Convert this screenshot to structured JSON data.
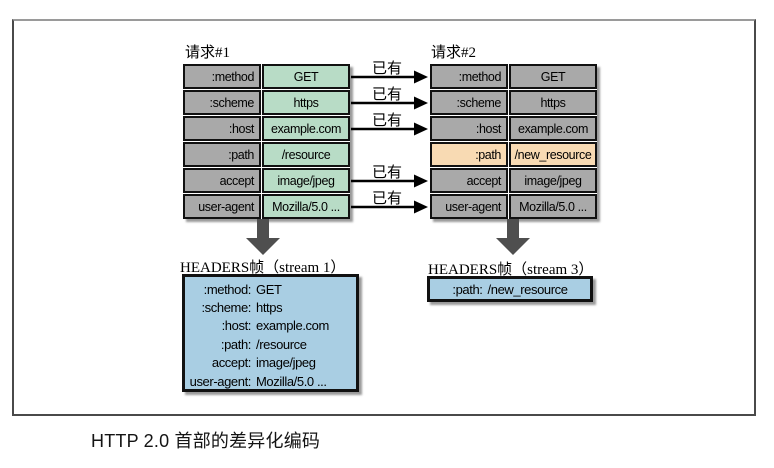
{
  "colors": {
    "gray_cell": "#a9a9a9",
    "green_cell": "#b8dcc6",
    "orange_highlight": "#f8dab3",
    "blue_frame_box": "#a9cee3",
    "cell_border": "#111111",
    "down_arrow": "#4f4f4f"
  },
  "request1": {
    "title": "请求#1",
    "rows": [
      {
        "name": ":method",
        "value": "GET"
      },
      {
        "name": ":scheme",
        "value": "https"
      },
      {
        "name": ":host",
        "value": "example.com"
      },
      {
        "name": ":path",
        "value": "/resource"
      },
      {
        "name": "accept",
        "value": "image/jpeg"
      },
      {
        "name": "user-agent",
        "value": "Mozilla/5.0 ..."
      }
    ]
  },
  "request2": {
    "title": "请求#2",
    "rows": [
      {
        "name": ":method",
        "value": "GET"
      },
      {
        "name": ":scheme",
        "value": "https"
      },
      {
        "name": ":host",
        "value": "example.com"
      },
      {
        "name": ":path",
        "value": "/new_resource",
        "highlighted": true
      },
      {
        "name": "accept",
        "value": "image/jpeg"
      },
      {
        "name": "user-agent",
        "value": "Mozilla/5.0 ..."
      }
    ]
  },
  "arrow_labels": [
    "已有",
    "已有",
    "已有",
    "已有",
    "已有"
  ],
  "headers_frame1": {
    "title": "HEADERS帧（stream 1）",
    "lines": [
      {
        "name": ":method:",
        "value": "GET"
      },
      {
        "name": ":scheme:",
        "value": "https"
      },
      {
        "name": ":host:",
        "value": "example.com"
      },
      {
        "name": ":path:",
        "value": "/resource"
      },
      {
        "name": "accept:",
        "value": "image/jpeg"
      },
      {
        "name": "user-agent:",
        "value": "Mozilla/5.0 ..."
      }
    ]
  },
  "headers_frame2": {
    "title": "HEADERS帧（stream 3）",
    "lines": [
      {
        "name": ":path:",
        "value": "/new_resource"
      }
    ]
  },
  "caption": "HTTP 2.0 首部的差异化编码"
}
